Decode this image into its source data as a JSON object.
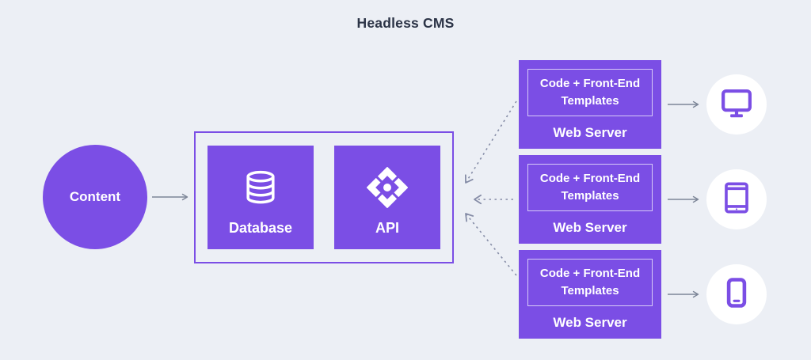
{
  "title": "Headless CMS",
  "colors": {
    "background": "#ECEFF5",
    "accent_purple": "#7B4EE5",
    "solid_arrow": "#7D8698",
    "dashed_arrow": "#858CA6",
    "title_text": "#2C3447",
    "inner_border": "rgba(255,255,255,0.7)"
  },
  "content_node": {
    "label": "Content"
  },
  "cms_group": {
    "database": {
      "label": "Database",
      "icon": "database-icon"
    },
    "api": {
      "label": "API",
      "icon": "api-icon"
    }
  },
  "web_servers": [
    {
      "templates_label": "Code + Front-End Templates",
      "server_label": "Web Server",
      "device": "desktop-icon"
    },
    {
      "templates_label": "Code + Front-End Templates",
      "server_label": "Web Server",
      "device": "tablet-icon"
    },
    {
      "templates_label": "Code + Front-End Templates",
      "server_label": "Web Server",
      "device": "mobile-icon"
    }
  ]
}
